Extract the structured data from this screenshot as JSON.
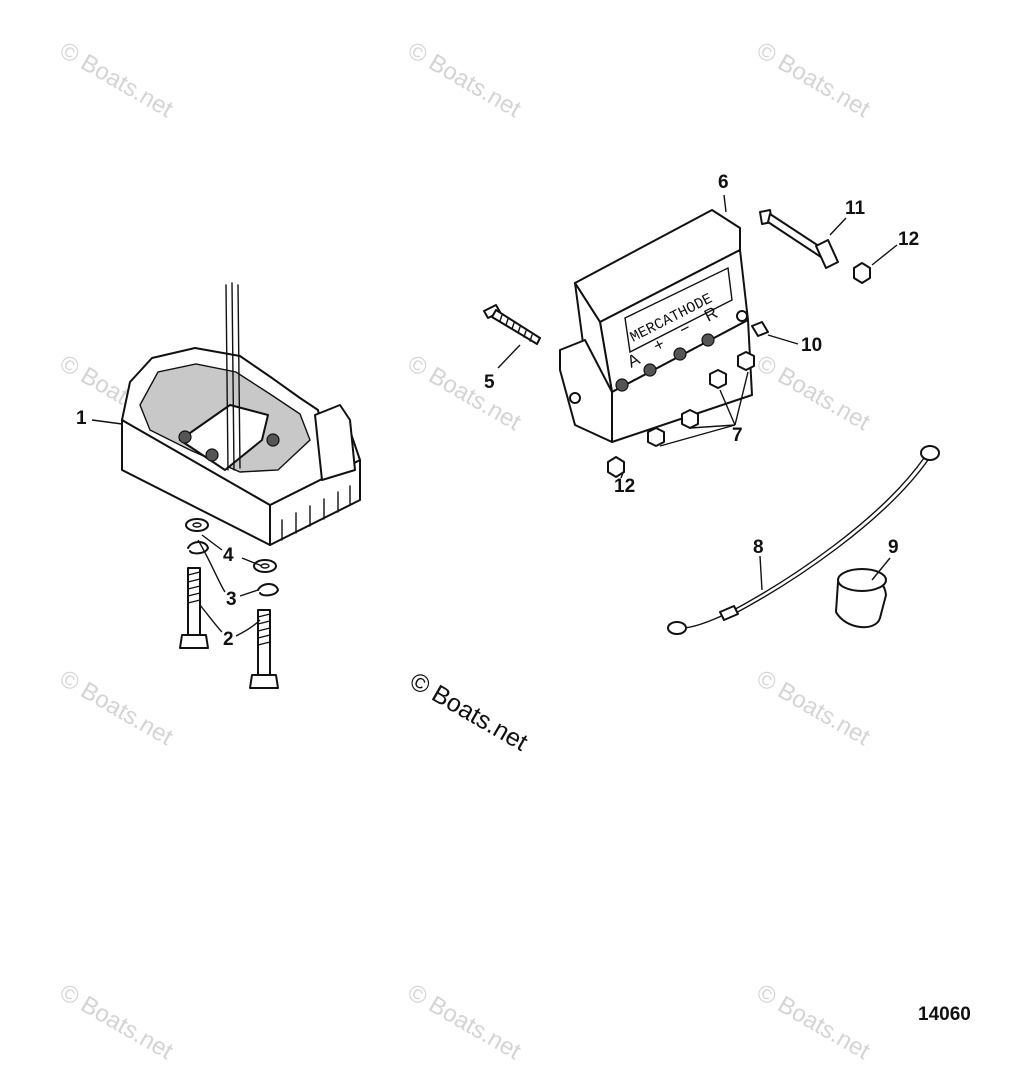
{
  "watermark": {
    "text": "© Boats.net"
  },
  "callouts": {
    "c1": "1",
    "c2": "2",
    "c3": "3",
    "c4": "4",
    "c5": "5",
    "c6": "6",
    "c7": "7",
    "c8": "8",
    "c9": "9",
    "c10": "10",
    "c11": "11",
    "c12a": "12",
    "c12b": "12"
  },
  "anode_label": "MERCATHODE",
  "terminal_marks": {
    "a": "A",
    "plus": "+",
    "minus": "−",
    "r": "R"
  },
  "figure_number": "14060"
}
